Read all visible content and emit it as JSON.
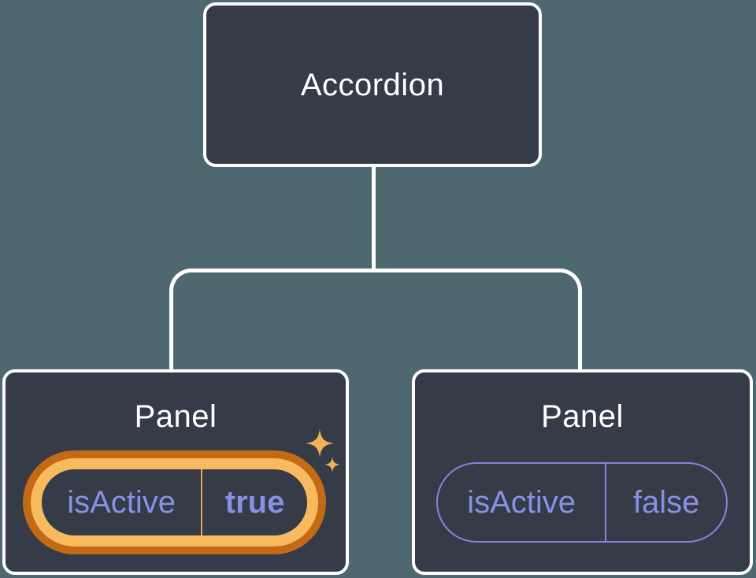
{
  "tree": {
    "root": {
      "label": "Accordion"
    },
    "children": [
      {
        "label": "Panel",
        "state": {
          "key": "isActive",
          "value": "true",
          "highlighted": true
        }
      },
      {
        "label": "Panel",
        "state": {
          "key": "isActive",
          "value": "false",
          "highlighted": false
        }
      }
    ]
  },
  "colors": {
    "background": "#4D686E",
    "node_fill": "#353B47",
    "node_border": "#FFFFFF",
    "title_text": "#FFFFFF",
    "state_text": "#8A8FE4",
    "state_pill_border": "#8186DE",
    "highlight_outer": "#C26A15",
    "highlight_inner": "#F9BA5F",
    "highlight_divider": "#E2A850",
    "sparkle": "#F4B258",
    "connector": "#FFFFFF"
  }
}
